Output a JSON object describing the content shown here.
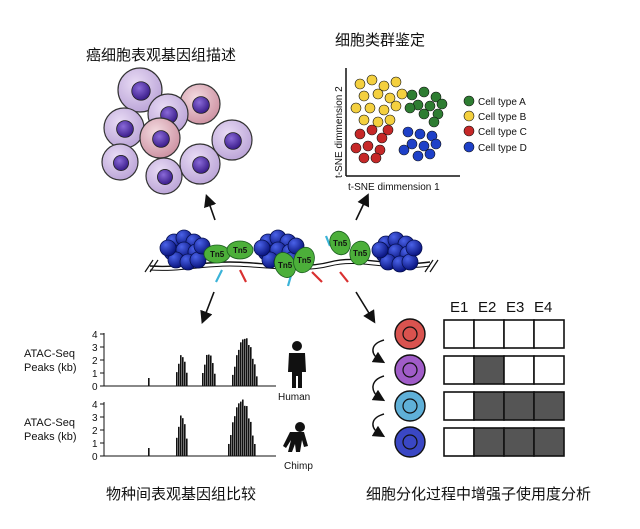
{
  "captions": {
    "top_left": "癌细胞表观基因组描述",
    "top_right": "细胞类群鉴定",
    "bottom_left": "物种间表观基因组比较",
    "bottom_right": "细胞分化过程中增强子使用度分析"
  },
  "nucleosome_labels": {
    "tn5": "Tn5"
  },
  "tsne": {
    "ylabel": "t-SNE dimmension 2",
    "xlabel": "t-SNE dimmension 1",
    "legend": [
      {
        "label": "Cell type A",
        "color": "#2e7d32"
      },
      {
        "label": "Cell type B",
        "color": "#f4d03f"
      },
      {
        "label": "Cell type C",
        "color": "#c62828"
      },
      {
        "label": "Cell type D",
        "color": "#1e40c8"
      }
    ]
  },
  "atac": {
    "ylabel_line1": "ATAC-Seq",
    "ylabel_line2": "Peaks (kb)",
    "yticks": [
      "0",
      "1",
      "2",
      "3",
      "4"
    ],
    "species": [
      "Human",
      "Chimp"
    ]
  },
  "enhancers": {
    "headers": [
      "E1",
      "E2",
      "E3",
      "E4"
    ],
    "rows": [
      {
        "cell_color": "#d9534f",
        "usage": [
          false,
          false,
          false,
          false
        ]
      },
      {
        "cell_color": "#a05cc8",
        "usage": [
          false,
          true,
          false,
          false
        ]
      },
      {
        "cell_color": "#5fb0d8",
        "usage": [
          false,
          true,
          true,
          true
        ]
      },
      {
        "cell_color": "#3a47c4",
        "usage": [
          false,
          true,
          true,
          true
        ]
      }
    ]
  }
}
